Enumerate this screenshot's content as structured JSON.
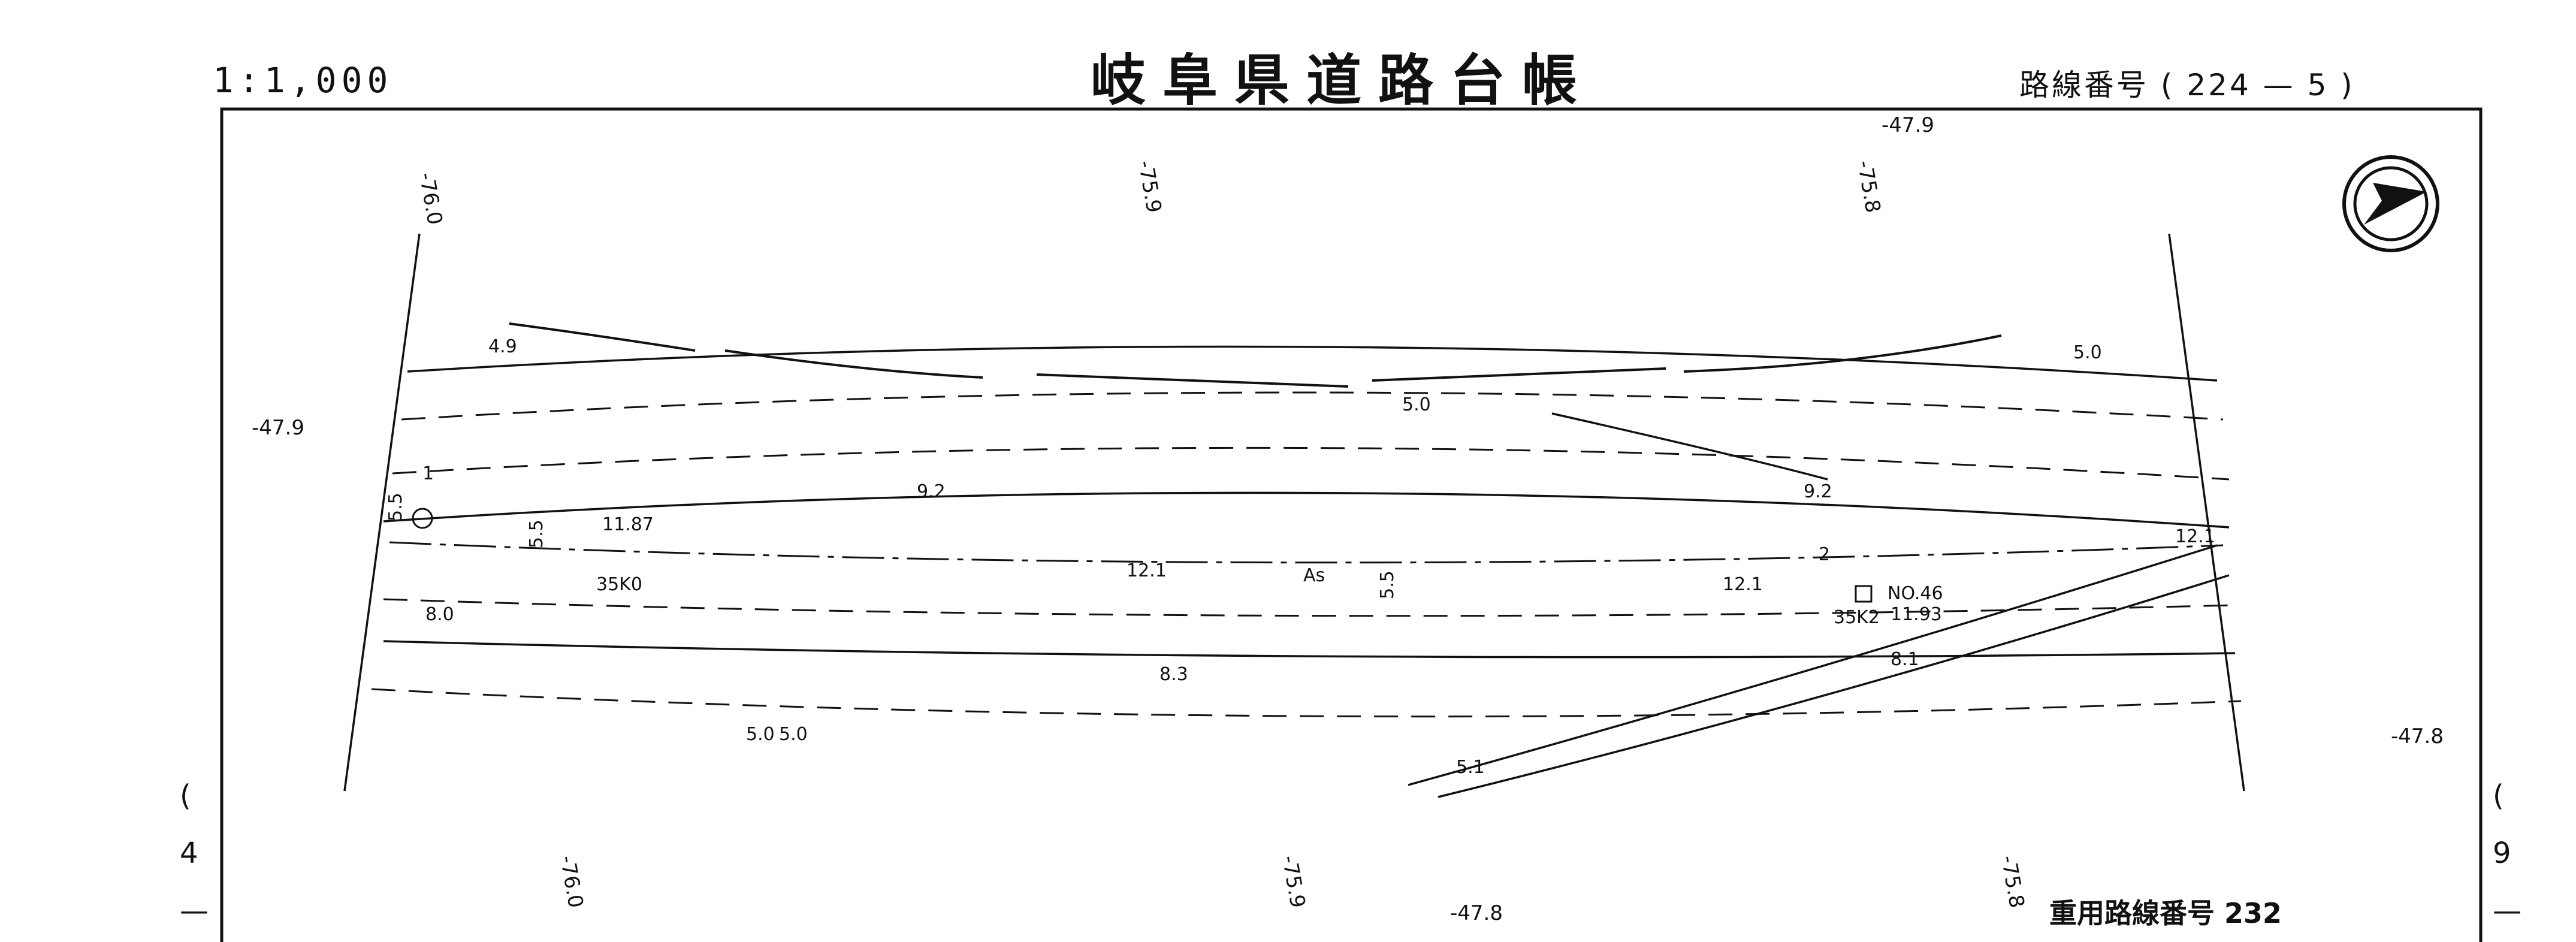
{
  "header": {
    "scale": "1:1,000",
    "title": "岐阜県道路台帳",
    "route_label": "路線番号",
    "route_open": "(",
    "route_number": "224",
    "route_dash": "—",
    "route_section": "5",
    "route_close": ")"
  },
  "footer": {
    "dual_route_label": "重用路線番号",
    "dual_route_number": "232"
  },
  "sheet_edges": {
    "left_marks": [
      "(",
      "4",
      "—"
    ],
    "right_marks": [
      "(",
      "9",
      "—"
    ]
  },
  "grid_labels": {
    "top": [
      "-76.0",
      "-75.9",
      "-75.8",
      "-47.9"
    ],
    "left": [
      "-47.9"
    ],
    "right": [
      "-47.8"
    ],
    "bottom": [
      "-76.0",
      "-75.9",
      "-75.8",
      "-47.8"
    ]
  },
  "map_annotations": {
    "elevations": [
      "4.9",
      "5.0",
      "5.0",
      "5.0",
      "9.2",
      "9.2",
      "12.1",
      "12.1",
      "12.1",
      "8.0",
      "8.3",
      "8.1",
      "5.0",
      "5.1",
      "11.87",
      "11.93"
    ],
    "widths": [
      "5.5",
      "5.5",
      "5.5"
    ],
    "surface": "As",
    "station": "NO.46",
    "benchmark_left": "35K0",
    "benchmark_right": "35K2",
    "lane_marker_1": "1",
    "lane_marker_2": "2"
  },
  "north_arrow": "north-arrow-icon"
}
